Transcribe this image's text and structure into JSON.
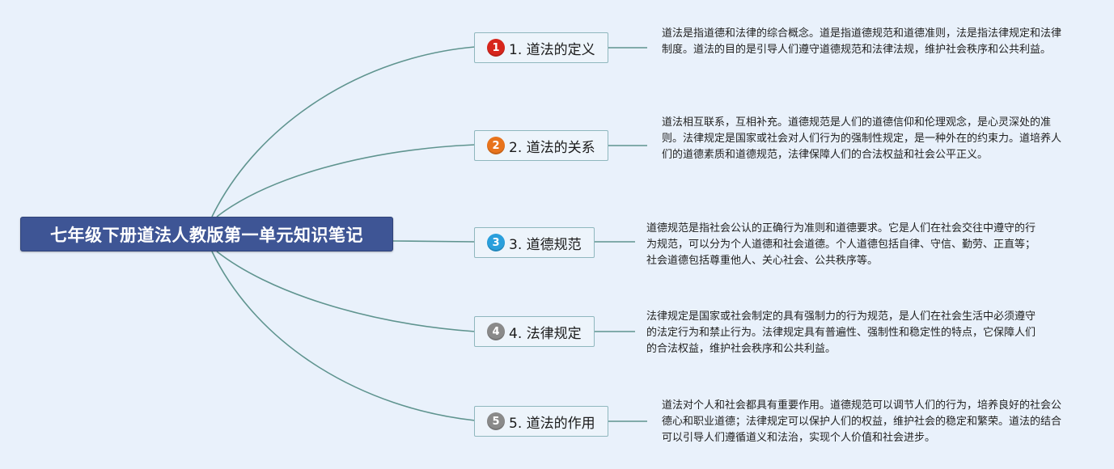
{
  "central_topic": "七年级下册道法人教版第一单元知识笔记",
  "colors": {
    "background": "#e9f1fb",
    "central_fill": "#3e5595",
    "connector": "#5f948f",
    "badge_1": "#d7261c",
    "badge_2": "#e8731c",
    "badge_3": "#2a9fdc",
    "badge_4": "#8a8a8a",
    "badge_5": "#8a8a8a"
  },
  "topics": [
    {
      "badge": "1",
      "label": "1. 道法的定义",
      "note": "道法是指道德和法律的综合概念。道是指道德规范和道德准则，法是指法律规定和法律制度。道法的目的是引导人们遵守道德规范和法律法规，维护社会秩序和公共利益。"
    },
    {
      "badge": "2",
      "label": "2. 道法的关系",
      "note": "道法相互联系，互相补充。道德规范是人们的道德信仰和伦理观念，是心灵深处的准则。法律规定是国家或社会对人们行为的强制性规定，是一种外在的约束力。道培养人们的道德素质和道德规范，法律保障人们的合法权益和社会公平正义。"
    },
    {
      "badge": "3",
      "label": "3. 道德规范",
      "note": "道德规范是指社会公认的正确行为准则和道德要求。它是人们在社会交往中遵守的行为规范，可以分为个人道德和社会道德。个人道德包括自律、守信、勤劳、正直等；社会道德包括尊重他人、关心社会、公共秩序等。"
    },
    {
      "badge": "4",
      "label": "4. 法律规定",
      "note": "法律规定是国家或社会制定的具有强制力的行为规范，是人们在社会生活中必须遵守的法定行为和禁止行为。法律规定具有普遍性、强制性和稳定性的特点，它保障人们的合法权益，维护社会秩序和公共利益。"
    },
    {
      "badge": "5",
      "label": "5. 道法的作用",
      "note": "道法对个人和社会都具有重要作用。道德规范可以调节人们的行为，培养良好的社会公德心和职业道德；法律规定可以保护人们的权益，维护社会的稳定和繁荣。道法的结合可以引导人们遵循道义和法治，实现个人价值和社会进步。"
    }
  ]
}
